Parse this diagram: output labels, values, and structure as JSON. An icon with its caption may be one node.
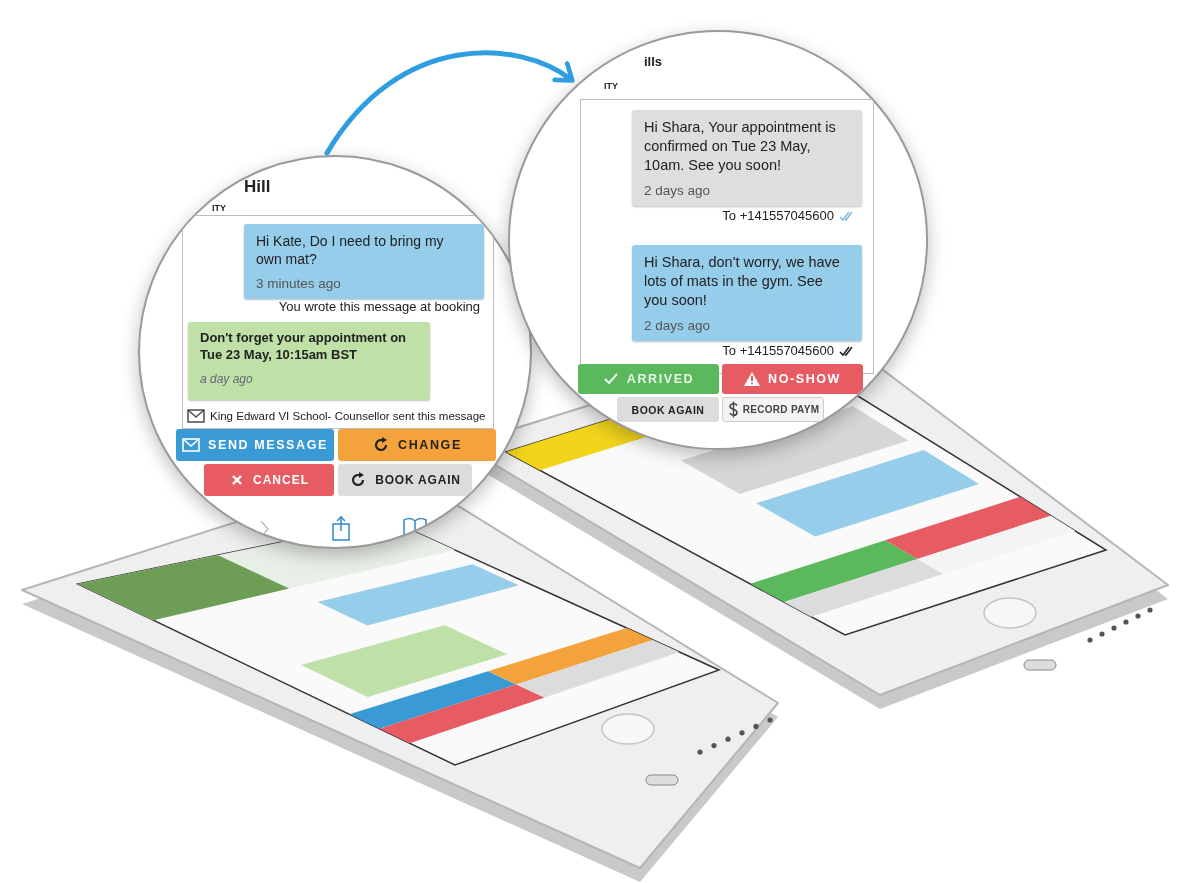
{
  "diagram": {
    "nodes": [
      {
        "text": [],
        "shape": "circle"
      },
      {
        "text": [
          "Hi Kate, Do I need to bring my own mat?",
          "3 minutes ago"
        ],
        "in": 0,
        "beside": [
          "You wrote this message at booking"
        ]
      },
      {
        "text": [
          "Don't forget your appointment on Tue 23 May, 10:15am BST",
          "a day ago"
        ],
        "in": 0,
        "beside": [
          "King Edward VI School- Counsellor sent this message"
        ]
      },
      {
        "text": [
          "SEND MESSAGE"
        ],
        "in": 0
      },
      {
        "text": [
          "CHANGE"
        ],
        "in": 0
      },
      {
        "text": [
          "CANCEL"
        ],
        "in": 0
      },
      {
        "text": [
          "BOOK AGAIN"
        ],
        "in": 0
      },
      {
        "text": [],
        "shape": "circle"
      },
      {
        "text": [
          "Hi Shara, Your appointment is confirmed on Tue 23 May, 10am. See you soon!",
          "2 days ago"
        ],
        "in": 7,
        "beside": [
          "To +141557045600"
        ]
      },
      {
        "text": [
          "Hi Shara, don't worry, we have lots of mats in the gym. See you soon!",
          "2 days ago"
        ],
        "in": 7,
        "beside": [
          "To +141557045600"
        ]
      },
      {
        "text": [
          "ARRIVED"
        ],
        "in": 7
      },
      {
        "text": [
          "NO-SHOW"
        ],
        "in": 7
      },
      {
        "text": [
          "BOOK AGAIN"
        ],
        "in": 7
      },
      {
        "text": [
          "RECORD PAYM"
        ],
        "in": 7
      }
    ],
    "edges": [
      {
        "from": 0,
        "to": 7,
        "arrow": "to"
      }
    ],
    "labels": [
      "Hill",
      "ITY",
      "ills",
      "ITY"
    ]
  }
}
